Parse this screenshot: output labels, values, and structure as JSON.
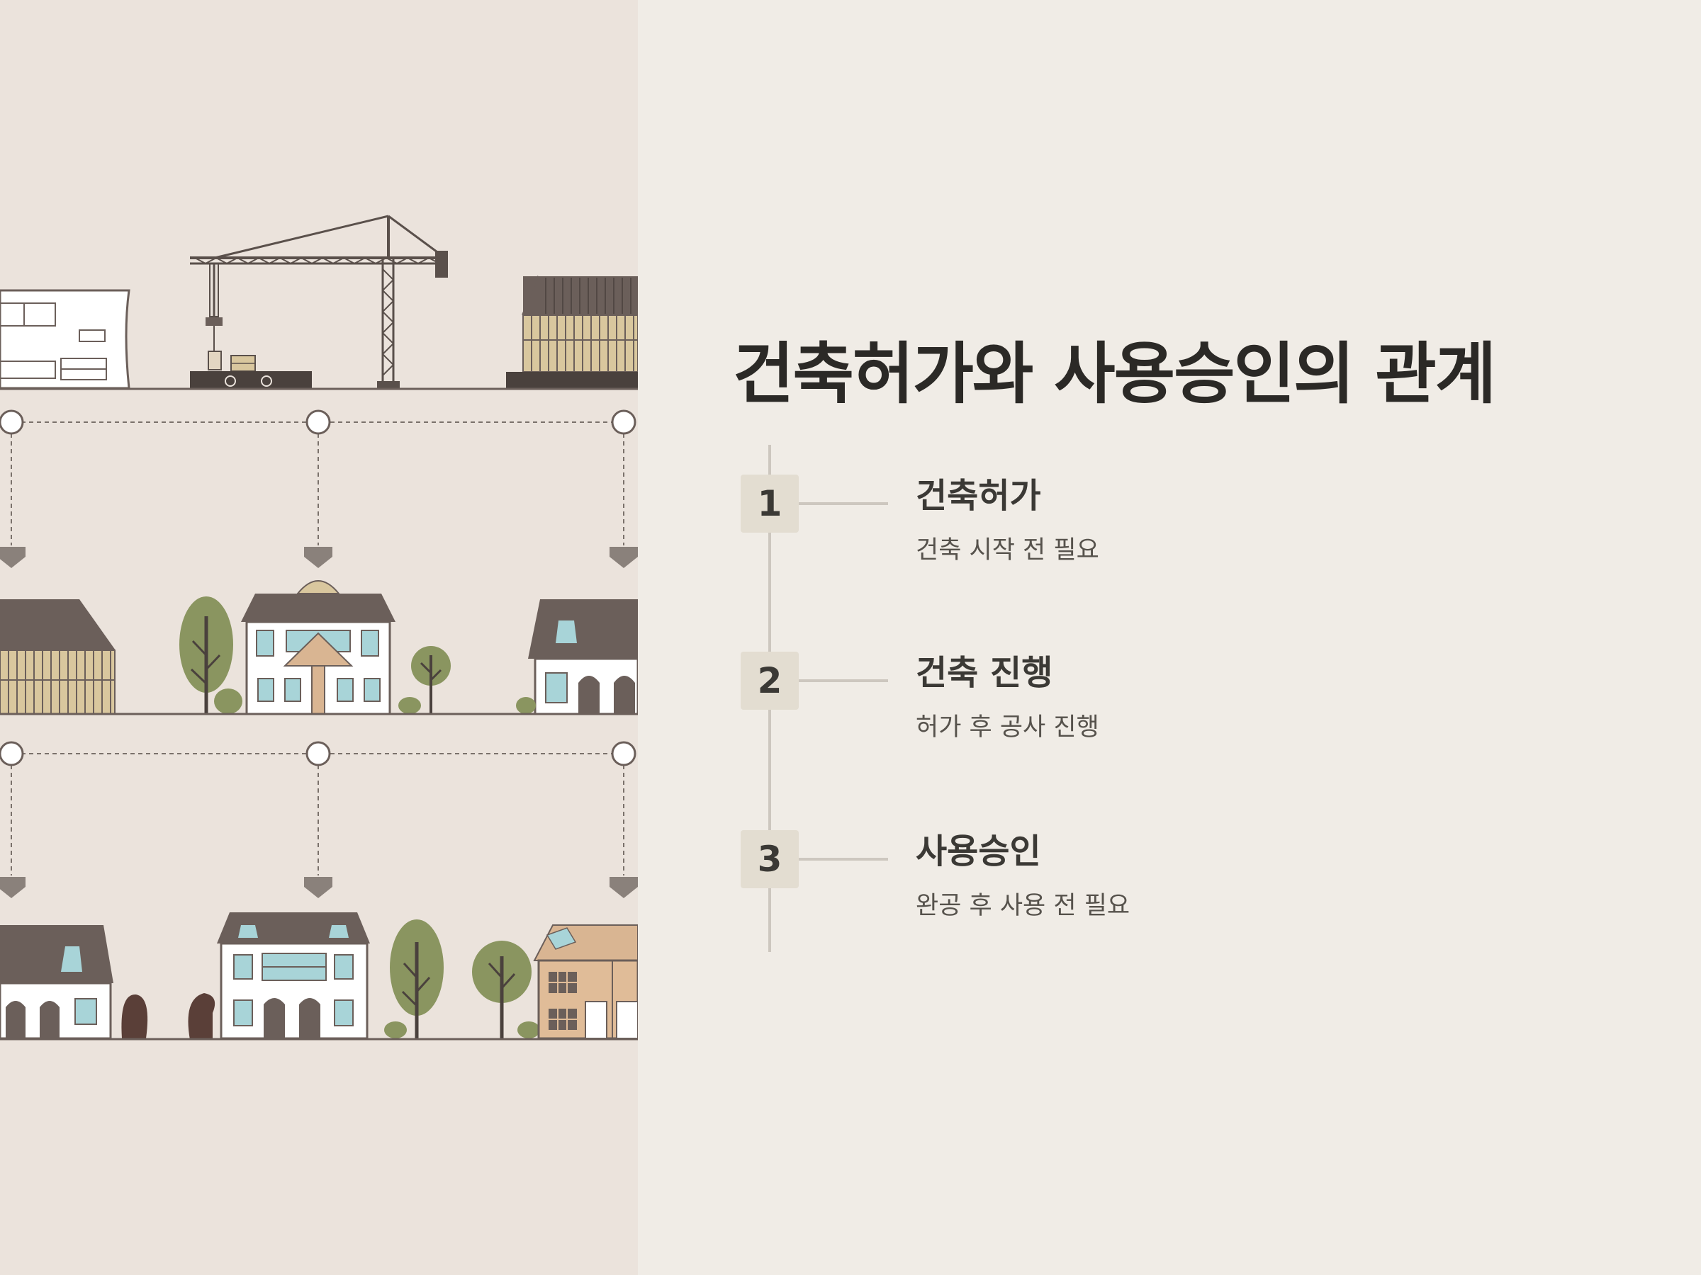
{
  "title": "건축허가와 사용승인의 관계",
  "steps": [
    {
      "number": "1",
      "title": "건축허가",
      "description": "건축 시작 전 필요"
    },
    {
      "number": "2",
      "title": "건축 진행",
      "description": "허가 후 공사 진행"
    },
    {
      "number": "3",
      "title": "사용승인",
      "description": "완공 후 사용 전 필요"
    }
  ],
  "colors": {
    "left_background": "#ebe3dc",
    "right_background": "#f0ece6",
    "roof": "#6b5f5a",
    "tree": "#8a9560",
    "window": "#a8d4d8",
    "timber": "#d9c79e",
    "badge": "#e3ddd1",
    "title_text": "#2b2926"
  }
}
